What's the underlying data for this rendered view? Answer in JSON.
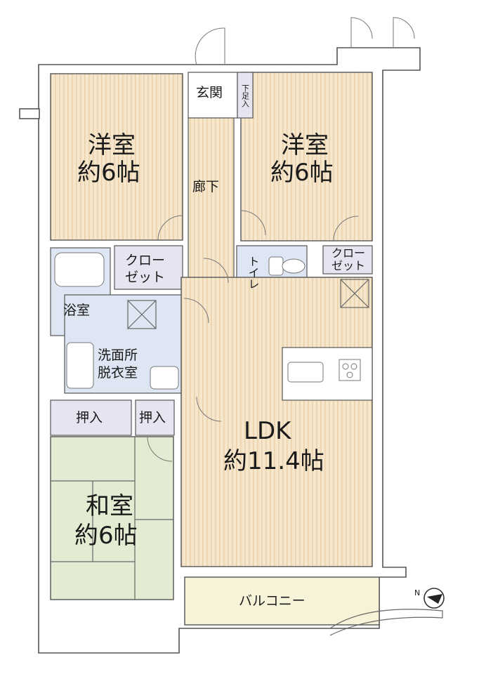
{
  "rooms": {
    "western1": {
      "name": "洋室",
      "size": "約6帖"
    },
    "western2": {
      "name": "洋室",
      "size": "約6帖"
    },
    "japanese": {
      "name": "和室",
      "size": "約6帖"
    },
    "ldk": {
      "name": "LDK",
      "size": "約11.4帖"
    }
  },
  "labels": {
    "entrance": "玄関",
    "shoe_storage": "下足入",
    "hallway": "廊下",
    "closet_left_line1": "クロー",
    "closet_left_line2": "ゼット",
    "closet_right_line1": "クロー",
    "closet_right_line2": "ゼット",
    "toilet": "トイレ",
    "bathroom": "浴室",
    "washroom_line1": "洗面所",
    "washroom_line2": "脱衣室",
    "oshiire_left": "押入",
    "oshiire_right": "押入",
    "balcony": "バルコニー"
  },
  "colors": {
    "western_floor": "#f6e6cc",
    "stripe": "#e9cfa8",
    "tatami": "#e3ecd2",
    "wet_area": "#dde6f2",
    "closet": "#e6e4f0",
    "balcony": "#f6f3d8"
  },
  "icons": [
    "compass-icon",
    "bathtub-icon",
    "toilet-icon",
    "sink-icon",
    "stove-icon"
  ]
}
